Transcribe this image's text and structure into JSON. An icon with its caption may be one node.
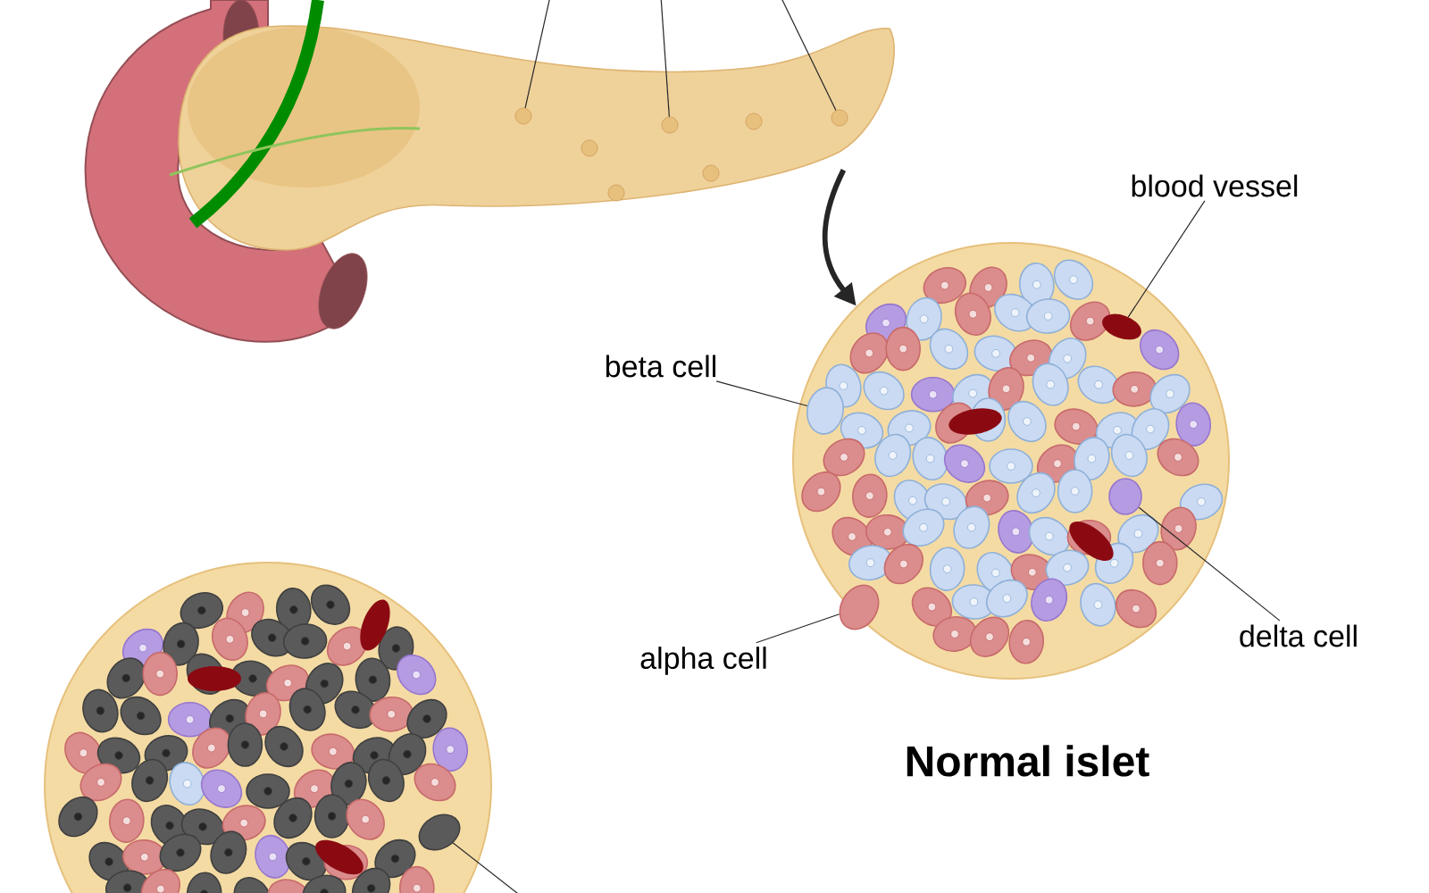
{
  "diagram": {
    "nodes": [
      {
        "text": [],
        "shape": "picture"
      },
      {
        "text": [],
        "shape": "circle",
        "in": 0
      },
      {
        "text": [],
        "shape": "circle",
        "in": 0
      },
      {
        "text": [],
        "shape": "circle",
        "in": 0
      },
      {
        "text": [],
        "shape": "circle",
        "beside": [
          "Normal islet"
        ]
      },
      {
        "text": [],
        "shape": "circle",
        "in": 4
      },
      {
        "text": [],
        "shape": "circle",
        "in": 4
      },
      {
        "text": [],
        "shape": "circle",
        "in": 4
      },
      {
        "text": [],
        "shape": "circle",
        "in": 4
      },
      {
        "text": [
          "blood vessel"
        ]
      },
      {
        "text": [
          "beta cell"
        ]
      },
      {
        "text": [
          "alpha cell"
        ]
      },
      {
        "text": [
          "delta cell"
        ]
      },
      {
        "text": [],
        "shape": "circle"
      },
      {
        "text": [],
        "shape": "circle",
        "in": 13
      }
    ],
    "edges": [
      {
        "from": 0,
        "to": 4,
        "arrow": "to",
        "style": "thick"
      },
      {
        "from": null,
        "to": 1,
        "arrow": "none"
      },
      {
        "from": null,
        "to": 2,
        "arrow": "none"
      },
      {
        "from": null,
        "to": 3,
        "arrow": "none"
      },
      {
        "from": 9,
        "to": 5,
        "arrow": "none"
      },
      {
        "from": 10,
        "to": 6,
        "arrow": "none"
      },
      {
        "from": 11,
        "to": 8,
        "arrow": "none"
      },
      {
        "from": 12,
        "to": 7,
        "arrow": "none"
      },
      {
        "from": null,
        "to": 14,
        "arrow": "none"
      }
    ]
  }
}
